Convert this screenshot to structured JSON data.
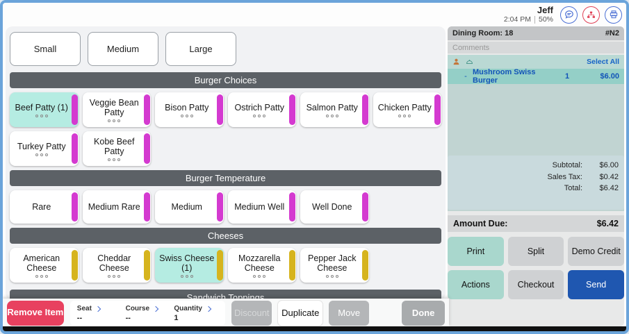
{
  "colors": {
    "accent-magenta": "#d43ad0",
    "accent-yellow": "#d6b41e",
    "selected-mint": "#b5ece2",
    "danger-red": "#e8415f",
    "send-blue": "#1f57b0",
    "teal-button": "#a9d7cd",
    "link-blue": "#1663c7"
  },
  "topbar": {
    "user_name": "Jeff",
    "time": "2:04 PM",
    "battery": "50%",
    "icons": [
      "chat-icon",
      "network-icon",
      "printer-icon"
    ]
  },
  "left_panel": {
    "size_buttons": [
      {
        "label": "Small"
      },
      {
        "label": "Medium"
      },
      {
        "label": "Large"
      }
    ],
    "burger_choices": {
      "title": "Burger Choices",
      "items": [
        {
          "label": "Beef Patty (1)",
          "selected": true
        },
        {
          "label": "Veggie Bean Patty",
          "selected": false
        },
        {
          "label": "Bison Patty",
          "selected": false
        },
        {
          "label": "Ostrich Patty",
          "selected": false
        },
        {
          "label": "Salmon Patty",
          "selected": false
        },
        {
          "label": "Chicken Patty",
          "selected": false
        },
        {
          "label": "Turkey Patty",
          "selected": false
        },
        {
          "label": "Kobe Beef Patty",
          "selected": false
        }
      ]
    },
    "burger_temperature": {
      "title": "Burger Temperature",
      "items": [
        {
          "label": "Rare"
        },
        {
          "label": "Medium Rare"
        },
        {
          "label": "Medium"
        },
        {
          "label": "Medium Well"
        },
        {
          "label": "Well Done"
        }
      ]
    },
    "cheeses": {
      "title": "Cheeses",
      "items": [
        {
          "label": "American Cheese",
          "selected": false
        },
        {
          "label": "Cheddar Cheese",
          "selected": false
        },
        {
          "label": "Swiss Cheese (1)",
          "selected": true
        },
        {
          "label": "Mozzarella Cheese",
          "selected": false
        },
        {
          "label": "Pepper Jack Cheese",
          "selected": false
        }
      ]
    },
    "sandwich_toppings": {
      "title": "Sandwich Toppings"
    }
  },
  "bottom_bar": {
    "remove_item_label": "Remove Item",
    "fields": [
      {
        "label": "Seat",
        "value": "--"
      },
      {
        "label": "Course",
        "value": "--"
      },
      {
        "label": "Quantity",
        "value": "1"
      }
    ],
    "buttons": {
      "discount": "Discount",
      "duplicate": "Duplicate",
      "move": "Move",
      "done": "Done"
    }
  },
  "order_panel": {
    "header": {
      "location": "Dining Room: 18",
      "ticket": "#N2"
    },
    "comments_placeholder": "Comments",
    "select_all_label": "Select All",
    "items": [
      {
        "prefix": "-",
        "name": "Mushroom Swiss Burger",
        "qty": "1",
        "price": "$6.00"
      }
    ],
    "totals": [
      {
        "label": "Subtotal:",
        "value": "$6.00"
      },
      {
        "label": "Sales Tax:",
        "value": "$0.42"
      },
      {
        "label": "Total:",
        "value": "$6.42"
      }
    ],
    "amount_due_label": "Amount Due:",
    "amount_due_value": "$6.42",
    "action_buttons": {
      "print": "Print",
      "split": "Split",
      "demo_credit": "Demo Credit",
      "actions": "Actions",
      "checkout": "Checkout",
      "send": "Send"
    }
  }
}
